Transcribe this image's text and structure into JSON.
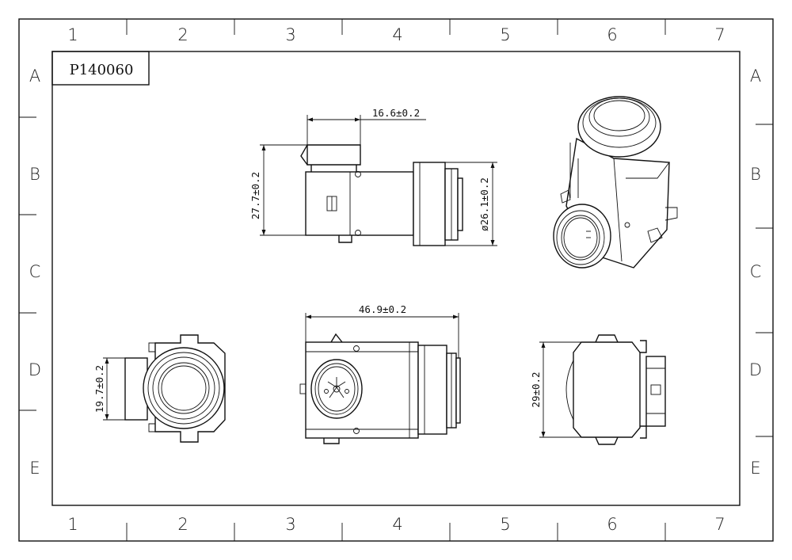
{
  "part_number": "P140060",
  "zone_columns": [
    "1",
    "2",
    "3",
    "4",
    "5",
    "6",
    "7"
  ],
  "zone_rows": [
    "A",
    "B",
    "C",
    "D",
    "E"
  ],
  "dimensions": {
    "top_width": "16.6±0.2",
    "side_height": "27.7±0.2",
    "barrel_diameter": "ø26.1±0.2",
    "overall_length": "46.9±0.2",
    "face_height": "19.7±0.2",
    "body_height": "29±0.2"
  },
  "colors": {
    "line": "#111111",
    "background": "#ffffff"
  }
}
